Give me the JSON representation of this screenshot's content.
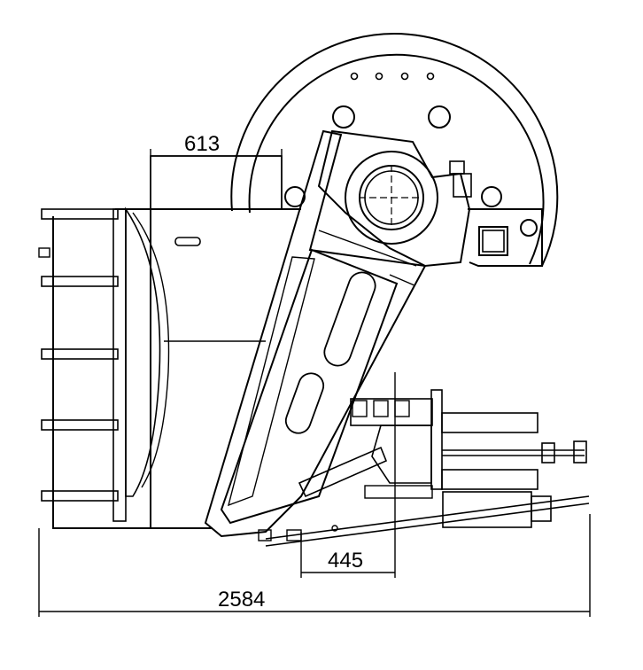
{
  "diagram": {
    "kind": "jaw crusher cross-section drawing",
    "dimensions": {
      "top_width": "613",
      "discharge_width": "445",
      "overall_length": "2584"
    },
    "colors": {
      "line": "#000000",
      "background": "#ffffff"
    }
  }
}
